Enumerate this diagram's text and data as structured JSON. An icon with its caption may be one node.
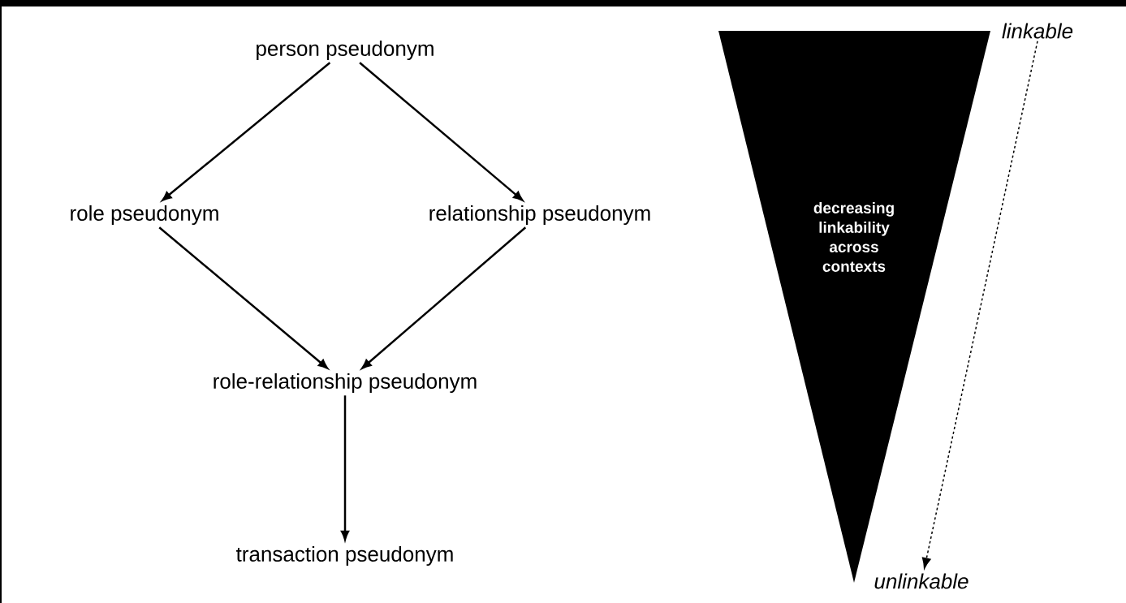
{
  "diagram": {
    "nodes": [
      {
        "text": [
          "person pseudonym"
        ]
      },
      {
        "text": [
          "role pseudonym"
        ]
      },
      {
        "text": [
          "relationship pseudonym"
        ]
      },
      {
        "text": [
          "role-relationship pseudonym"
        ]
      },
      {
        "text": [
          "transaction pseudonym"
        ]
      },
      {
        "text": [
          "decreasing linkability across contexts"
        ]
      },
      {
        "text": [
          "linkable"
        ]
      },
      {
        "text": [
          "unlinkable"
        ]
      }
    ],
    "edges": [
      {
        "from": 0,
        "to": 1,
        "arrow": "to"
      },
      {
        "from": 0,
        "to": 2,
        "arrow": "to"
      },
      {
        "from": 1,
        "to": 3,
        "arrow": "to"
      },
      {
        "from": 2,
        "to": 3,
        "arrow": "to"
      },
      {
        "from": 3,
        "to": 4,
        "arrow": "to"
      },
      {
        "from": 6,
        "to": 7,
        "arrow": "to",
        "style": "dashed"
      }
    ]
  }
}
